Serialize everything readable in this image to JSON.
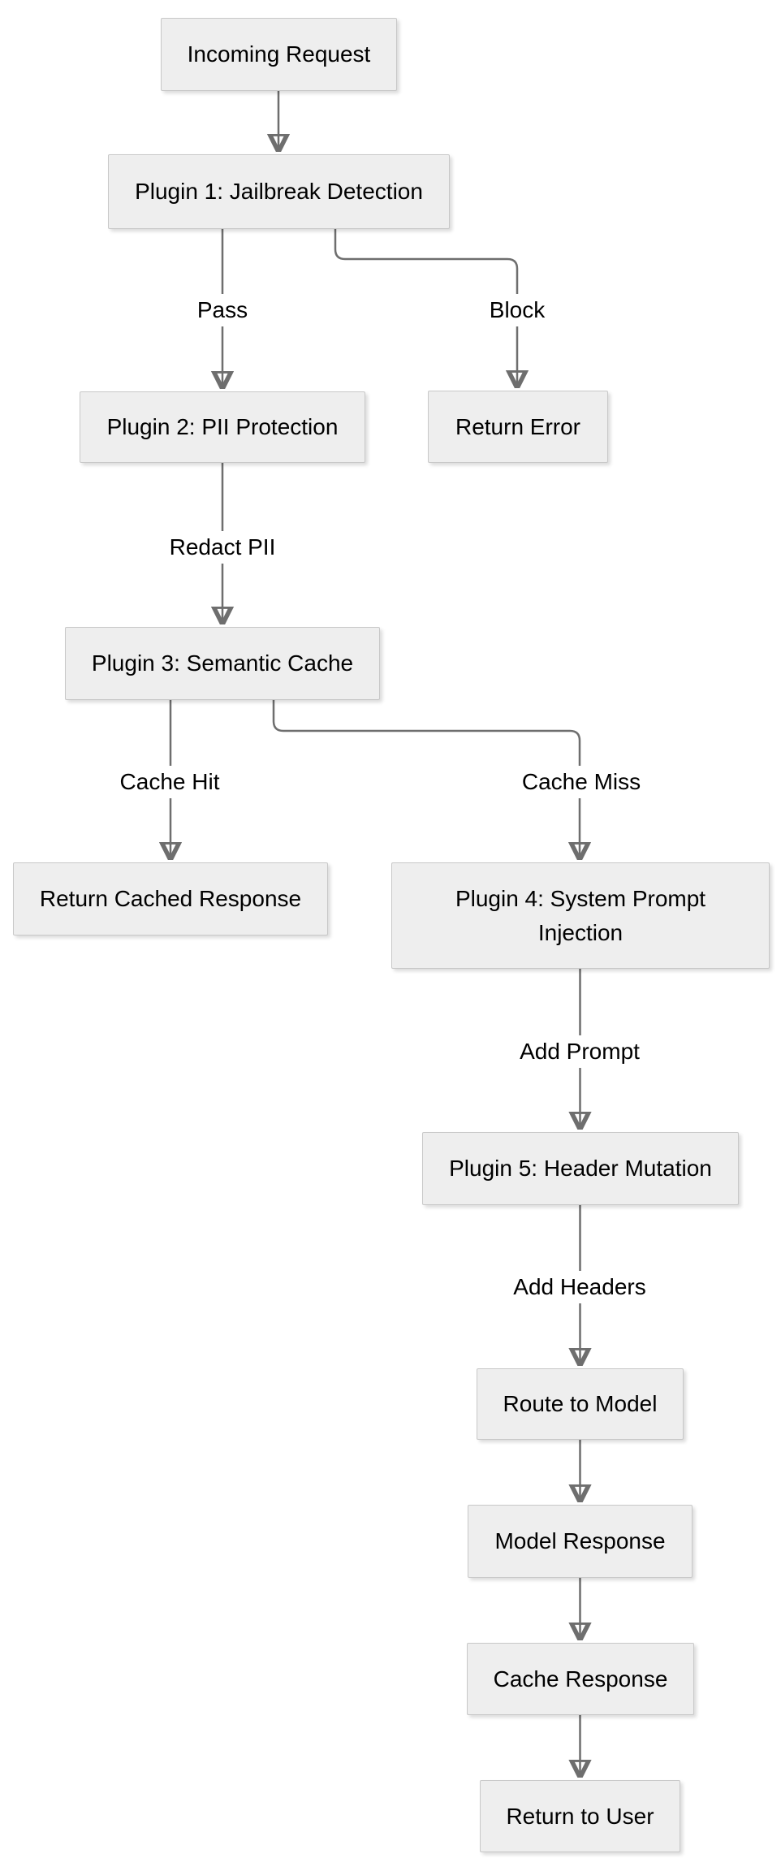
{
  "diagram": {
    "type": "flowchart",
    "direction": "top-down",
    "nodes": [
      {
        "id": "incoming-request",
        "label": "Incoming Request"
      },
      {
        "id": "plugin1",
        "label": "Plugin 1: Jailbreak Detection"
      },
      {
        "id": "plugin2",
        "label": "Plugin 2: PII Protection"
      },
      {
        "id": "return-error",
        "label": "Return Error"
      },
      {
        "id": "plugin3",
        "label": "Plugin 3: Semantic Cache"
      },
      {
        "id": "return-cached-response",
        "label": "Return Cached Response"
      },
      {
        "id": "plugin4",
        "label": "Plugin 4: System Prompt Injection"
      },
      {
        "id": "plugin5",
        "label": "Plugin 5: Header Mutation"
      },
      {
        "id": "route-to-model",
        "label": "Route to Model"
      },
      {
        "id": "model-response",
        "label": "Model Response"
      },
      {
        "id": "cache-response",
        "label": "Cache Response"
      },
      {
        "id": "return-to-user",
        "label": "Return to User"
      }
    ],
    "edges": [
      {
        "from": "incoming-request",
        "to": "plugin1",
        "label": ""
      },
      {
        "from": "plugin1",
        "to": "plugin2",
        "label": "Pass"
      },
      {
        "from": "plugin1",
        "to": "return-error",
        "label": "Block"
      },
      {
        "from": "plugin2",
        "to": "plugin3",
        "label": "Redact PII"
      },
      {
        "from": "plugin3",
        "to": "return-cached-response",
        "label": "Cache Hit"
      },
      {
        "from": "plugin3",
        "to": "plugin4",
        "label": "Cache Miss"
      },
      {
        "from": "plugin4",
        "to": "plugin5",
        "label": "Add Prompt"
      },
      {
        "from": "plugin5",
        "to": "route-to-model",
        "label": "Add Headers"
      },
      {
        "from": "route-to-model",
        "to": "model-response",
        "label": ""
      },
      {
        "from": "model-response",
        "to": "cache-response",
        "label": ""
      },
      {
        "from": "cache-response",
        "to": "return-to-user",
        "label": ""
      }
    ],
    "colors": {
      "background": "#ffffff",
      "node_fill": "#eeeeee",
      "node_border": "#c8c8c8",
      "edge_line": "#6e6e6e",
      "arrowhead": "#5c5c5c",
      "text": "#000000"
    }
  }
}
